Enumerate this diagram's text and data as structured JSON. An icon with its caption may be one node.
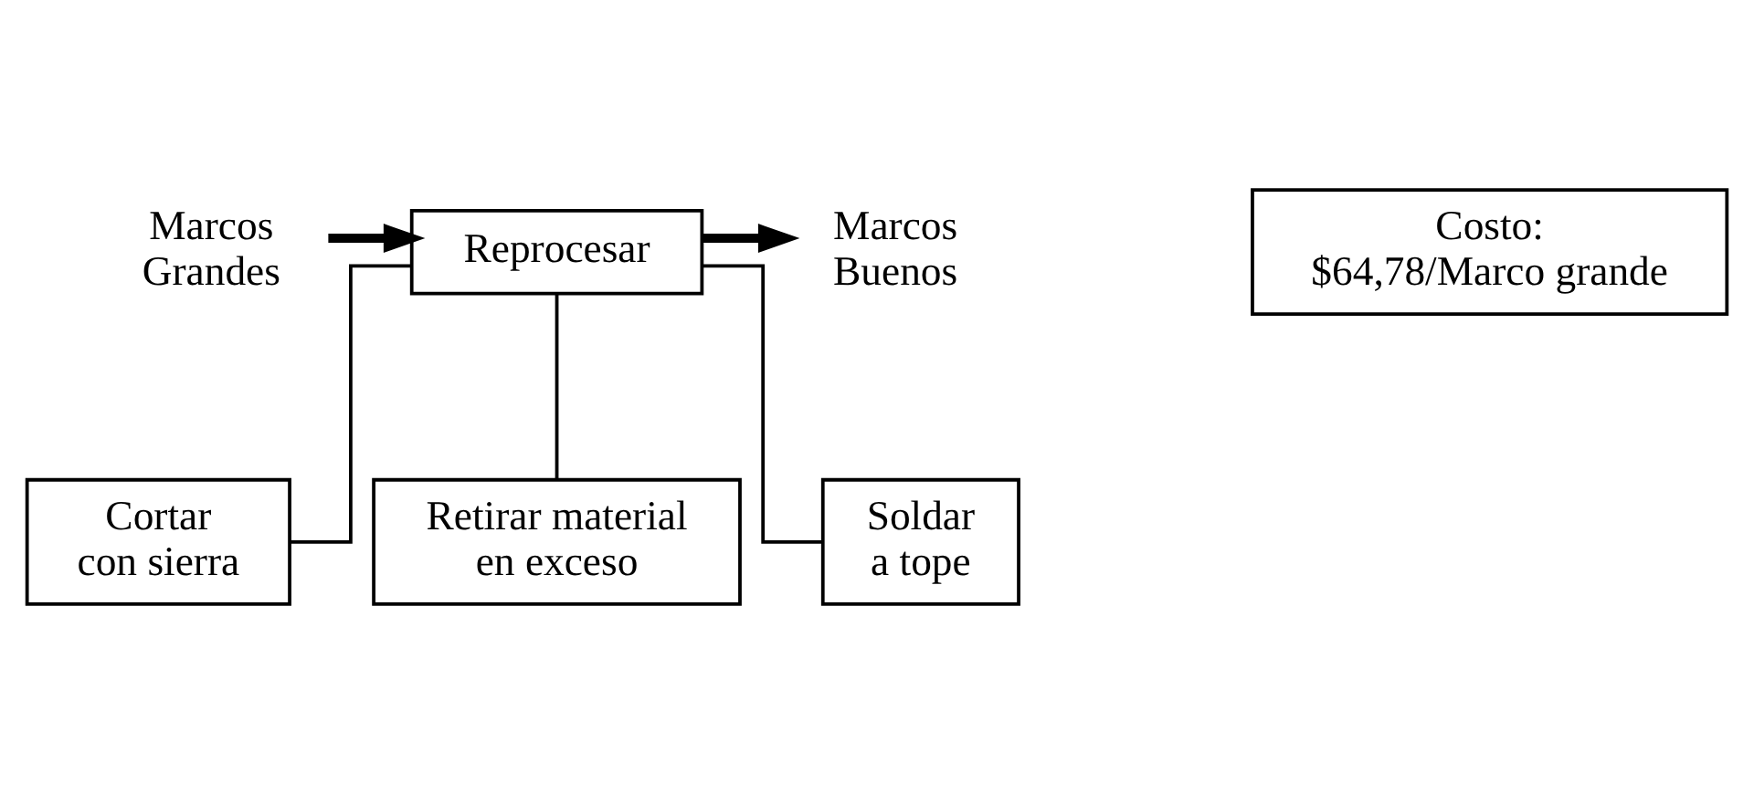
{
  "diagram": {
    "nodes": [
      {
        "text": [
          "Marcos Grandes"
        ]
      },
      {
        "text": [
          "Reprocesar"
        ]
      },
      {
        "text": [
          "Marcos Buenos"
        ]
      },
      {
        "text": [
          "Costo: $64,78/Marco grande"
        ]
      },
      {
        "text": [
          "Cortar con sierra"
        ]
      },
      {
        "text": [
          "Retirar material en exceso"
        ]
      },
      {
        "text": [
          "Soldar a tope"
        ]
      }
    ],
    "edges": [
      {
        "from": 0,
        "to": 1,
        "arrow": "to",
        "style": "thick"
      },
      {
        "from": 1,
        "to": 2,
        "arrow": "to",
        "style": "thick"
      },
      {
        "from": 1,
        "to": 4,
        "arrow": "none"
      },
      {
        "from": 1,
        "to": 5,
        "arrow": "none"
      },
      {
        "from": 1,
        "to": 6,
        "arrow": "none"
      }
    ]
  }
}
